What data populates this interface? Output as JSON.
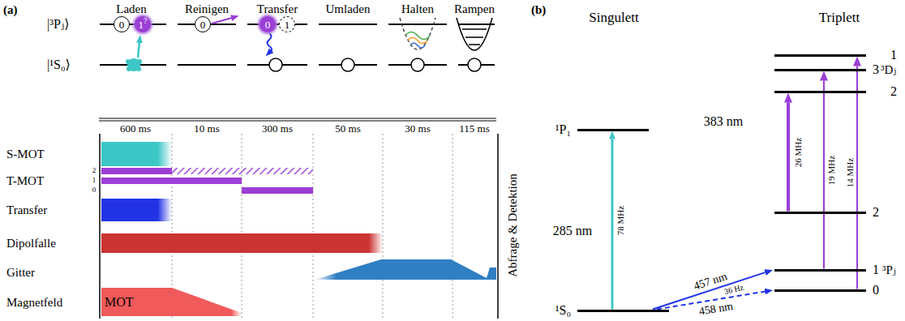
{
  "diagram": {
    "nodes": [
      {
        "text": [
          "0"
        ]
      },
      {
        "text": [
          "1",
          "?"
        ]
      },
      {
        "text": [
          "0"
        ]
      },
      {
        "text": [
          "0"
        ]
      },
      {
        "text": [
          "1"
        ]
      },
      {
        "text": [
          "MOT"
        ]
      },
      {
        "text": [
          "¹P₁"
        ]
      },
      {
        "text": [
          "¹S₀"
        ]
      },
      {
        "text": [
          "1"
        ]
      },
      {
        "text": [
          "3"
        ]
      },
      {
        "text": [
          "2"
        ]
      },
      {
        "text": [
          "2"
        ]
      },
      {
        "text": [
          "1"
        ]
      },
      {
        "text": [
          "0"
        ]
      }
    ],
    "edges": [
      {
        "from": 7,
        "to": 6,
        "arrow": "to",
        "label": "78 MHz"
      },
      {
        "from": 11,
        "to": 10,
        "arrow": "to",
        "label": "26 MHz"
      },
      {
        "from": 12,
        "to": 9,
        "arrow": "to",
        "label": "19 MHz"
      },
      {
        "from": 13,
        "to": 8,
        "arrow": "to",
        "label": "14 MHz"
      },
      {
        "from": 7,
        "to": 12,
        "arrow": "to",
        "label": "457 nm"
      },
      {
        "from": 7,
        "to": 13,
        "arrow": "to",
        "label": "458 nm"
      }
    ],
    "labels": [
      "(a)",
      "|³Pⱼ⟩",
      "|¹S₀⟩",
      "Laden",
      "Reinigen",
      "Transfer",
      "Umladen",
      "Halten",
      "Rampen",
      "600 ms",
      "10 ms",
      "300 ms",
      "50 ms",
      "30 ms",
      "115 ms",
      "S-MOT",
      "T-MOT",
      "2",
      "1",
      "0",
      "Transfer",
      "Dipolfalle",
      "Gitter",
      "Magnetfeld",
      "Abfrage & Detektion",
      "(b)",
      "Singulett",
      "Triplett",
      "285 nm",
      "383 nm",
      "36 Hz",
      "³Dⱼ",
      "³Pⱼ"
    ]
  }
}
